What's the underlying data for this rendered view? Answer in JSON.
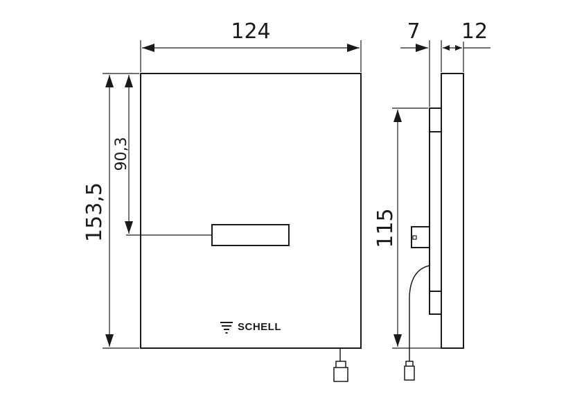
{
  "dimensions": {
    "width": "124",
    "height_total": "153,5",
    "sensor_offset": "90,3",
    "side_height": "115",
    "depth_front": "7",
    "depth_back": "12"
  },
  "brand": {
    "name": "SCHELL",
    "logo_icon": "schell-wave-logo-icon"
  },
  "colors": {
    "line": "#1a1a1a",
    "background": "#ffffff"
  }
}
